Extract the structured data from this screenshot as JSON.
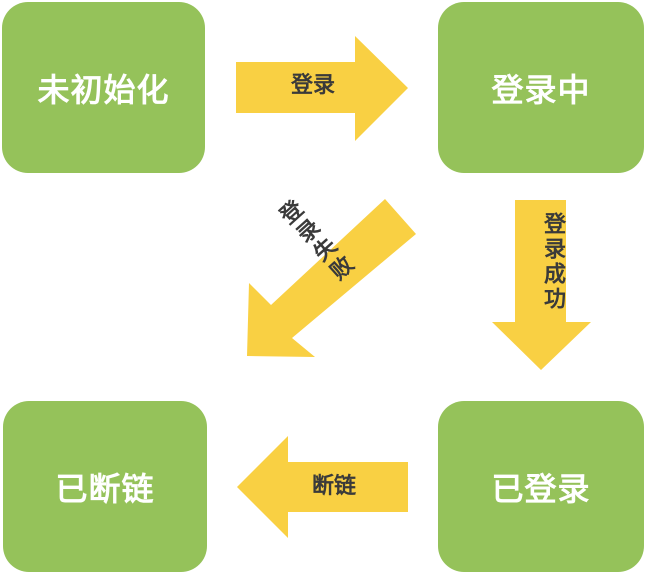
{
  "states": {
    "uninitialized": "未初始化",
    "logging_in": "登录中",
    "disconnected": "已断链",
    "logged_in": "已登录"
  },
  "transitions": {
    "login": "登录",
    "login_success": "登录成功",
    "login_failure": "登录失败",
    "disconnect": "断链"
  },
  "colors": {
    "state_fill": "#95c25a",
    "arrow_fill": "#f9d043",
    "state_text": "#ffffff",
    "arrow_text": "#3a3a3a"
  }
}
